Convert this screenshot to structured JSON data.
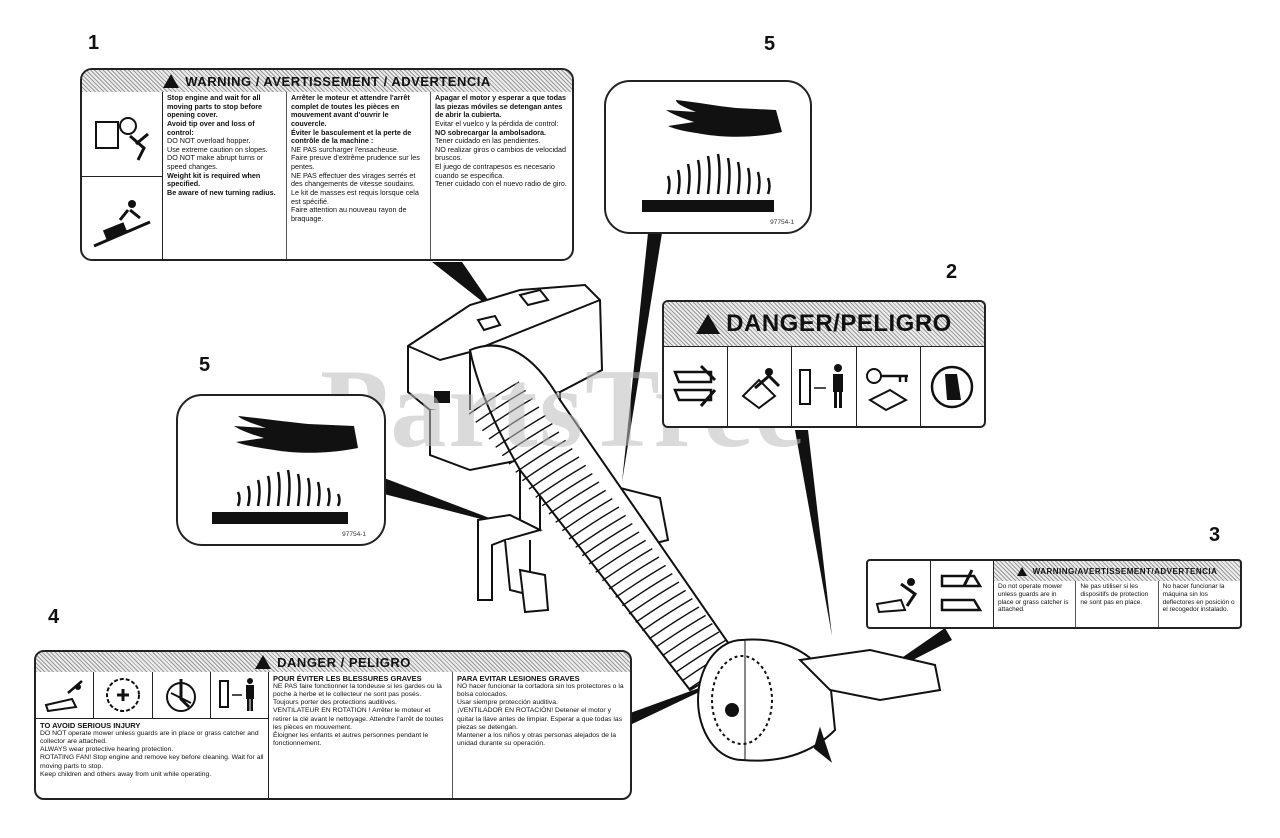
{
  "watermark": "PartsTree",
  "callouts": {
    "c1": "1",
    "c5a": "5",
    "c2": "2",
    "c5b": "5",
    "c3": "3",
    "c4": "4"
  },
  "decal1": {
    "header": "WARNING / AVERTISSEMENT / ADVERTENCIA",
    "en": [
      "Stop engine and wait for all moving parts to stop before opening cover.",
      "Avoid tip over and loss of control:",
      "DO NOT overload hopper.",
      "Use extreme caution on slopes.",
      "DO NOT make abrupt turns or speed changes.",
      "Weight kit is required when specified.",
      "Be aware of new turning radius."
    ],
    "fr": [
      "Arrêter le moteur et attendre l'arrêt complet de toutes les pièces en mouvement avant d'ouvrir le couvercle.",
      "Éviter le basculement et la perte de contrôle de la machine :",
      "NE PAS surcharger l'ensacheuse.",
      "Faire preuve d'extrême prudence sur les pentes.",
      "NE PAS effectuer des virages serrés et des changements de vitesse soudains.",
      "Le kit de masses est requis lorsque cela est spécifié.",
      "Faire attention au nouveau rayon de braquage."
    ],
    "es": [
      "Apagar el motor y esperar a que todas las piezas móviles se detengan antes de abrir la cubierta.",
      "Evitar el vuelco y la pérdida de control:",
      "NO sobrecargar la ambolsadora.",
      "Tener cuidado en las pendientes.",
      "NO realizar giros o cambios de velocidad bruscos.",
      "El juego de contrapesos es necesario cuando se especifica.",
      "Tener cuidado con el nuevo radio de giro."
    ]
  },
  "decal5": {
    "code": "97754-1"
  },
  "decal5b": {
    "code": "97754-1"
  },
  "decal2": {
    "header": "DANGER/PELIGRO"
  },
  "decal3": {
    "header": "WARNING/AVERTISSEMENT/ADVERTENCIA",
    "en": "Do not operate mower unless guards are in place or grass catcher is attached.",
    "fr": "Ne pas utiliser si les dispositifs de protection ne sont pas en place.",
    "es": "No hacer funcionar la máquina sin los deflectores en posición o el recogedor instalado."
  },
  "decal4": {
    "header": "DANGER / PELIGRO",
    "en_title": "TO AVOID SERIOUS INJURY",
    "en": [
      "DO NOT operate mower unless guards are in place or grass catcher and collector are attached.",
      "ALWAYS wear protective hearing protection.",
      "ROTATING FAN! Stop engine and remove key before cleaning. Wait for all moving parts to stop.",
      "Keep children and others away from unit while operating."
    ],
    "fr_title": "POUR ÉVITER LES BLESSURES GRAVES",
    "fr": [
      "NE PAS faire fonctionner la tondeuse si les gardes ou la poche à herbe et le collecteur ne sont pas posés.",
      "Toujours porter des protections auditives.",
      "VENTILATEUR EN ROTATION ! Arrêter le moteur et retirer la clé avant le nettoyage. Attendre l'arrêt de toutes les pièces en mouvement.",
      "Éloigner les enfants et autres personnes pendant le fonctionnement."
    ],
    "es_title": "PARA EVITAR LESIONES GRAVES",
    "es": [
      "NO hacer funcionar la cortadora sin los protectores o la bolsa colocados.",
      "Usar siempre protección auditiva.",
      "¡VENTILADOR EN ROTACIÓN! Detener el motor y quitar la llave antes de limpiar. Esperar a que todas las piezas se detengan.",
      "Mantener a los niños y otras personas alejados de la unidad durante su operación."
    ]
  }
}
